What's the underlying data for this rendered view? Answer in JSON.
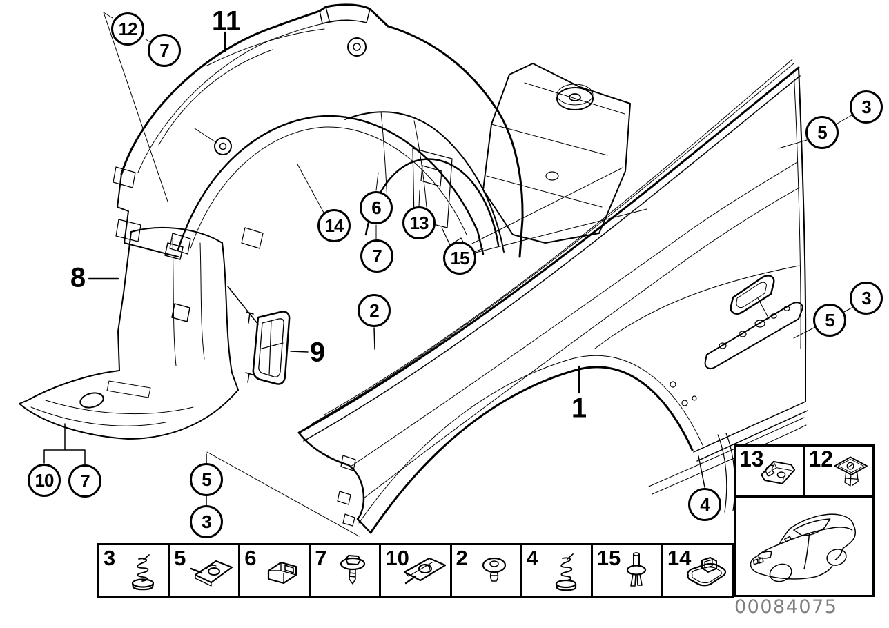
{
  "doc": {
    "type": "parts-diagram",
    "subject": "front side panel / wheel arch cover",
    "doc_number": "00084075"
  },
  "colors": {
    "line": "#000000",
    "background": "#ffffff",
    "doc_number": "#7e7e7e"
  },
  "callouts": [
    {
      "label": "12"
    },
    {
      "label": "7"
    },
    {
      "label": "14"
    },
    {
      "label": "6"
    },
    {
      "label": "13"
    },
    {
      "label": "7"
    },
    {
      "label": "15"
    },
    {
      "label": "2"
    },
    {
      "label": "5"
    },
    {
      "label": "3"
    },
    {
      "label": "5"
    },
    {
      "label": "3"
    },
    {
      "label": "10"
    },
    {
      "label": "7"
    },
    {
      "label": "5"
    },
    {
      "label": "3"
    },
    {
      "label": "4"
    }
  ],
  "part_labels": [
    {
      "label": "11"
    },
    {
      "label": "8"
    },
    {
      "label": "9"
    },
    {
      "label": "1"
    }
  ],
  "legend": {
    "items": [
      {
        "label": "3",
        "icon": "tapping-screw-icon"
      },
      {
        "label": "5",
        "icon": "speed-nut-icon"
      },
      {
        "label": "6",
        "icon": "clamp-nut-icon"
      },
      {
        "label": "7",
        "icon": "hex-screw-washer-icon"
      },
      {
        "label": "10",
        "icon": "clip-nut-plate-icon"
      },
      {
        "label": "2",
        "icon": "plastic-rivet-icon"
      },
      {
        "label": "4",
        "icon": "tapping-screw-icon"
      },
      {
        "label": "15",
        "icon": "expansion-rivet-icon"
      },
      {
        "label": "14",
        "icon": "plastic-nut-icon"
      }
    ]
  },
  "inset": {
    "items": [
      {
        "label": "13",
        "icon": "cage-nut-icon"
      },
      {
        "label": "12",
        "icon": "expanding-nut-icon"
      }
    ],
    "car": "bmw-3series-coupe-sketch",
    "doc_number": "00084075"
  }
}
